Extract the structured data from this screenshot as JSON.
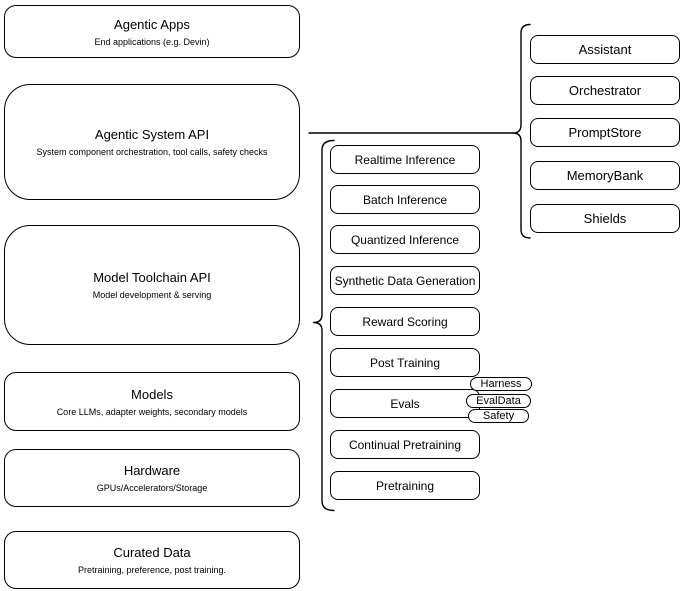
{
  "diagram": {
    "colors": {
      "background": "#ffffff",
      "stroke": "#000000",
      "text": "#000000"
    },
    "stack_nodes": [
      {
        "title": "Agentic Apps",
        "subtitle": "End applications (e.g. Devin)"
      },
      {
        "title": "Agentic System API",
        "subtitle": "System component orchestration, tool calls, safety checks"
      },
      {
        "title": "Model Toolchain API",
        "subtitle": "Model development & serving"
      },
      {
        "title": "Models",
        "subtitle": "Core LLMs, adapter weights, secondary models"
      },
      {
        "title": "Hardware",
        "subtitle": "GPUs/Accelerators/Storage"
      },
      {
        "title": "Curated Data",
        "subtitle": "Pretraining, preference, post training."
      }
    ],
    "toolchain_group": {
      "items": [
        "Realtime Inference",
        "Batch Inference",
        "Quantized Inference",
        "Synthetic Data Generation",
        "Reward Scoring",
        "Post Training",
        "Evals",
        "Continual Pretraining",
        "Pretraining"
      ],
      "evals_tags": [
        "Harness",
        "EvalData",
        "Safety"
      ]
    },
    "system_group": {
      "items": [
        "Assistant",
        "Orchestrator",
        "PromptStore",
        "MemoryBank",
        "Shields"
      ]
    }
  }
}
